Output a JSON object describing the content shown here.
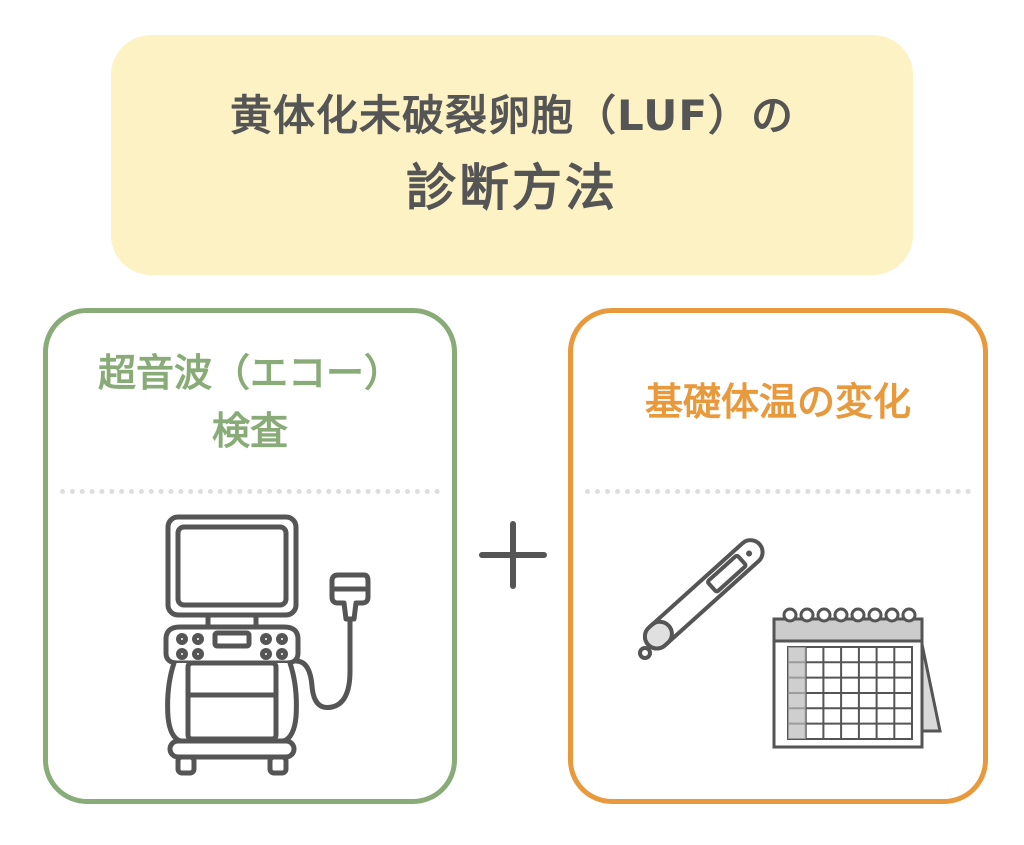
{
  "title": {
    "line1": "黄体化未破裂卵胞（LUF）の",
    "line2": "診断方法"
  },
  "left_card": {
    "line1": "超音波（エコー）",
    "line2": "検査",
    "icon": "ultrasound-machine-icon"
  },
  "right_card": {
    "line1": "基礎体温の変化",
    "icons": [
      "thermometer-icon",
      "calendar-icon"
    ]
  },
  "operator_icon": "plus-icon",
  "colors": {
    "title_bg": "#fdf2c4",
    "title_text": "#555555",
    "green": "#88ab77",
    "orange": "#e8993c",
    "divider": "#dddddd",
    "illustration_stroke": "#555555"
  }
}
